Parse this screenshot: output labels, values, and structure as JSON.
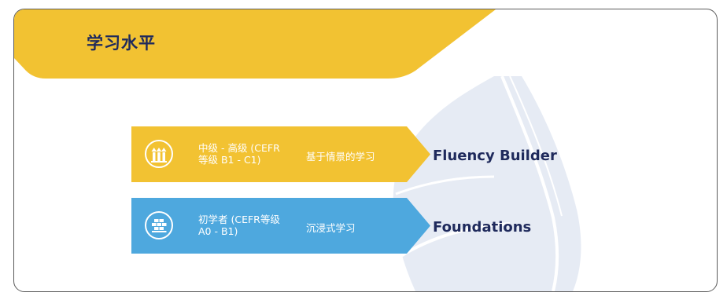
{
  "header": {
    "title": "学习水平"
  },
  "levels": [
    {
      "level_text": "中级 - 高级 (CEFR 等级 B1 - C1)",
      "method_text": "基于情景的学习",
      "product": "Fluency Builder",
      "color": "#f2c232",
      "icon": "bars-up-icon"
    },
    {
      "level_text": "初学者 (CEFR等级 A0 - B1)",
      "method_text": "沉浸式学习",
      "product": "Foundations",
      "color": "#4ea8de",
      "icon": "bricks-icon"
    }
  ],
  "colors": {
    "yellow": "#f2c232",
    "blue": "#4ea8de",
    "title": "#1f2a5c",
    "background_shape": "#e6ebf4"
  }
}
